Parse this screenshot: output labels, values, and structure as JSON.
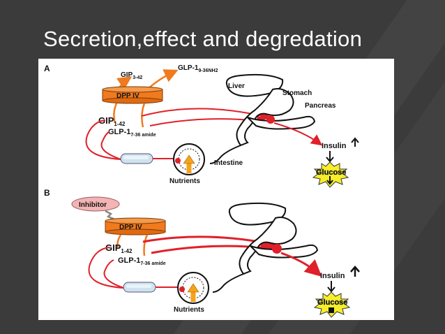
{
  "slide": {
    "title": "Secretion,effect and degredation"
  },
  "panel_a": {
    "tag": "A",
    "gip_small": "GIP",
    "gip_small_sub": "3-42",
    "glp_top": "GLP-1",
    "glp_top_sub": "9-36NH2",
    "dpp": "DPP IV",
    "gip": "GIP",
    "gip_sub": "1-42",
    "glp": "GLP-1",
    "glp_sub": "7-36 amide",
    "liver": "Liver",
    "stomach": "Stomach",
    "pancreas": "Pancreas",
    "insulin": "Insulin",
    "glucose": "Glucose",
    "intestine": "Intestine",
    "nutrients": "Nutrients"
  },
  "panel_b": {
    "tag": "B",
    "inhibitor": "Inhibitor",
    "dpp": "DPP IV",
    "gip": "GIP",
    "gip_sub": "1-42",
    "glp": "GLP-1",
    "glp_sub": "7-36 amide",
    "insulin": "Insulin",
    "glucose": "Glucose",
    "nutrients": "Nutrients"
  },
  "colors": {
    "arrow_red": "#e0202a",
    "dpp_orange": "#f07a1e",
    "glucose_yellow": "#f6ee2a",
    "inhibitor_pink": "#f3b4b4",
    "nutrient_orange": "#f5a21c"
  }
}
